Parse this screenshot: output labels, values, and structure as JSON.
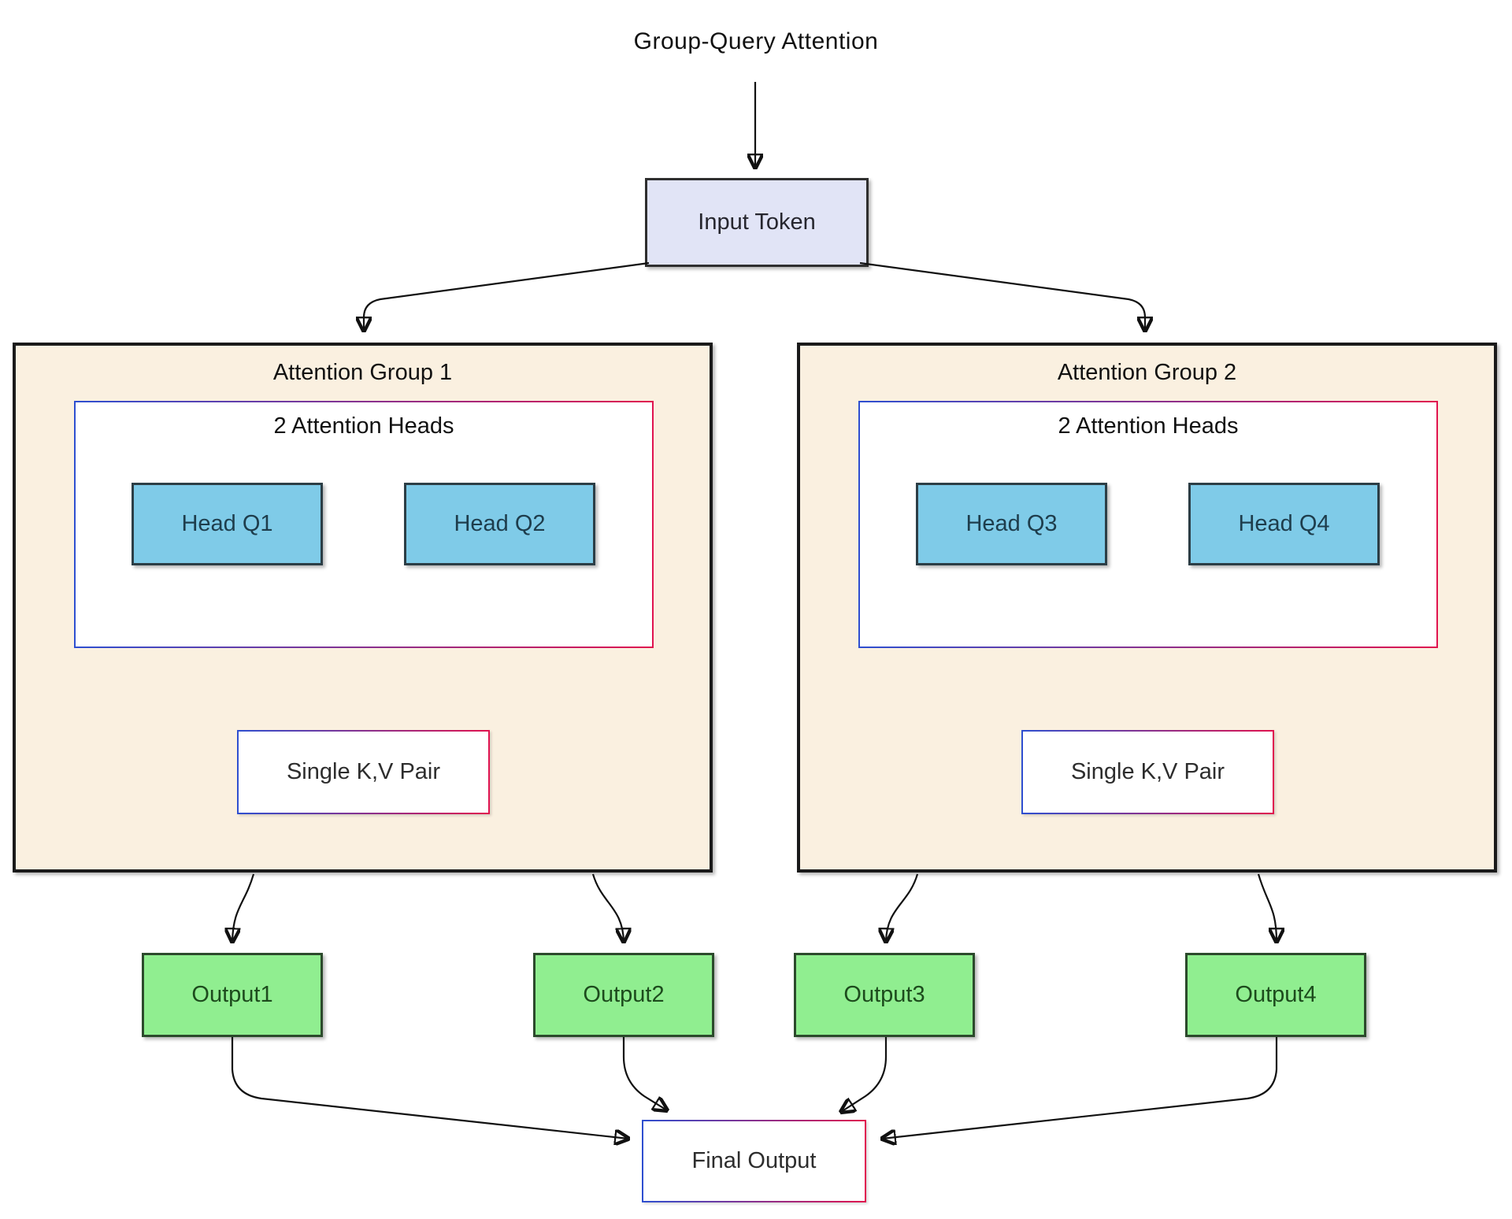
{
  "title": "Group-Query Attention",
  "nodes": {
    "input": "Input Token",
    "final": "Final Output"
  },
  "groups": [
    {
      "title": "Attention Group 1",
      "heads_label": "2 Attention Heads",
      "heads": [
        "Head Q1",
        "Head Q2"
      ],
      "kv": "Single K,V Pair"
    },
    {
      "title": "Attention Group 2",
      "heads_label": "2 Attention Heads",
      "heads": [
        "Head Q3",
        "Head Q4"
      ],
      "kv": "Single K,V Pair"
    }
  ],
  "outputs": [
    "Output1",
    "Output2",
    "Output3",
    "Output4"
  ],
  "colors": {
    "group-fill": "#FAF0E0",
    "group-border": "#1A1A1A",
    "input-fill": "#E1E4F6",
    "head-fill": "#7FCBE8",
    "head-border": "#2C3E46",
    "output-fill": "#90EE90",
    "output-border": "#2C4A2C",
    "gradient-blue": "#2E4FD0",
    "gradient-red": "#E0134F",
    "arrow": "#111111"
  }
}
